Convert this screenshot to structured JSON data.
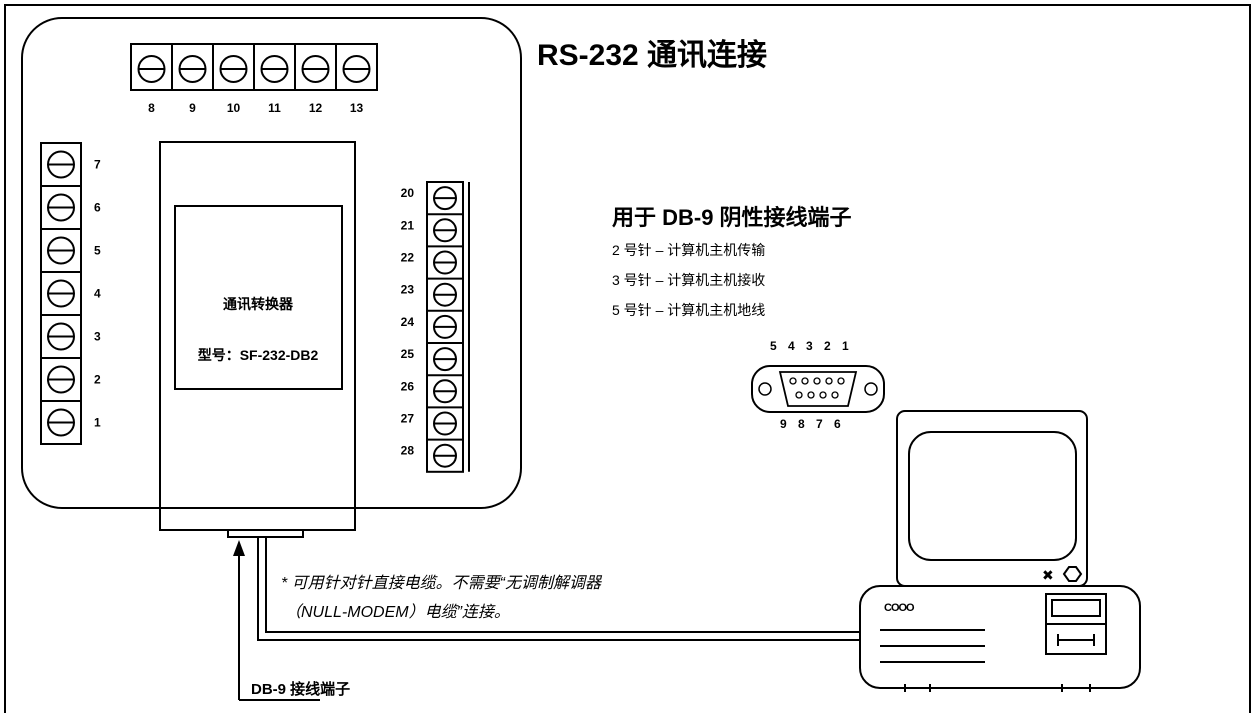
{
  "title": "RS-232 通讯连接",
  "converter": {
    "name": "通讯转换器",
    "model": "型号：SF-232-DB2"
  },
  "terminals": {
    "top": [
      "8",
      "9",
      "10",
      "11",
      "12",
      "13"
    ],
    "left": [
      "7",
      "6",
      "5",
      "4",
      "3",
      "2",
      "1"
    ],
    "right": [
      "20",
      "21",
      "22",
      "23",
      "24",
      "25",
      "26",
      "27",
      "28"
    ]
  },
  "pinout": {
    "heading": "用于 DB-9 阴性接线端子",
    "lines": [
      "2 号针 – 计算机主机传输",
      "3 号针 – 计算机主机接收",
      "5 号针 – 计算机主机地线"
    ],
    "connector_top_labels": "5 4 3 2 1",
    "connector_bottom_labels": "9 8 7 6"
  },
  "note": {
    "line1": "* 可用针对针直接电缆。不需要“无调制解调器",
    "line2": "（NULL-MODEM）电缆”连接。"
  },
  "db9_label": "DB-9 接线端子",
  "computer_label": "COOO"
}
